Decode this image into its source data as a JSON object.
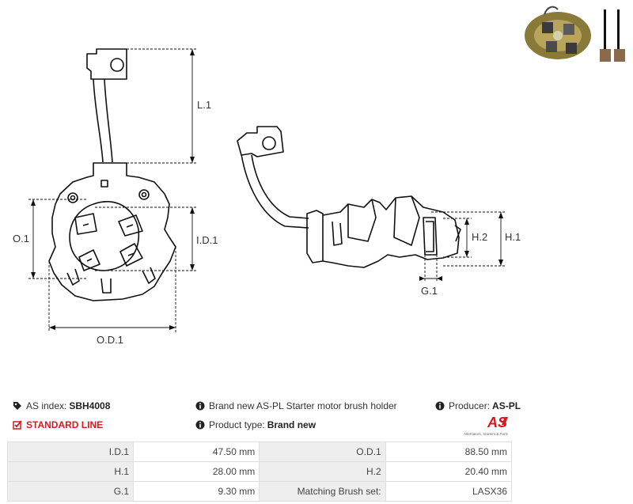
{
  "drawing": {
    "labels": {
      "l1": "L.1",
      "o1": "O.1",
      "id1": "I.D.1",
      "od1": "O.D.1",
      "h2": "H.2",
      "h1": "H.1",
      "g1": "G.1"
    }
  },
  "info": {
    "as_index_label": "AS index:",
    "as_index_value": "SBH4008",
    "standard_line": "STANDARD LINE",
    "description": "Brand new AS-PL Starter motor brush holder",
    "product_type_label": "Product type:",
    "product_type_value": "Brand new",
    "producer_label": "Producer:",
    "producer_value": "AS-PL"
  },
  "logo": {
    "text": "AS",
    "tagline": "Alternators, Starters & Parts",
    "color": "#d71920"
  },
  "specs": [
    {
      "k1": "I.D.1",
      "v1": "47.50 mm",
      "k2": "O.D.1",
      "v2": "88.50 mm"
    },
    {
      "k1": "H.1",
      "v1": "28.00 mm",
      "k2": "H.2",
      "v2": "20.40 mm"
    },
    {
      "k1": "G.1",
      "v1": "9.30 mm",
      "k2": "Matching Brush set:",
      "v2": "LASX36"
    }
  ]
}
